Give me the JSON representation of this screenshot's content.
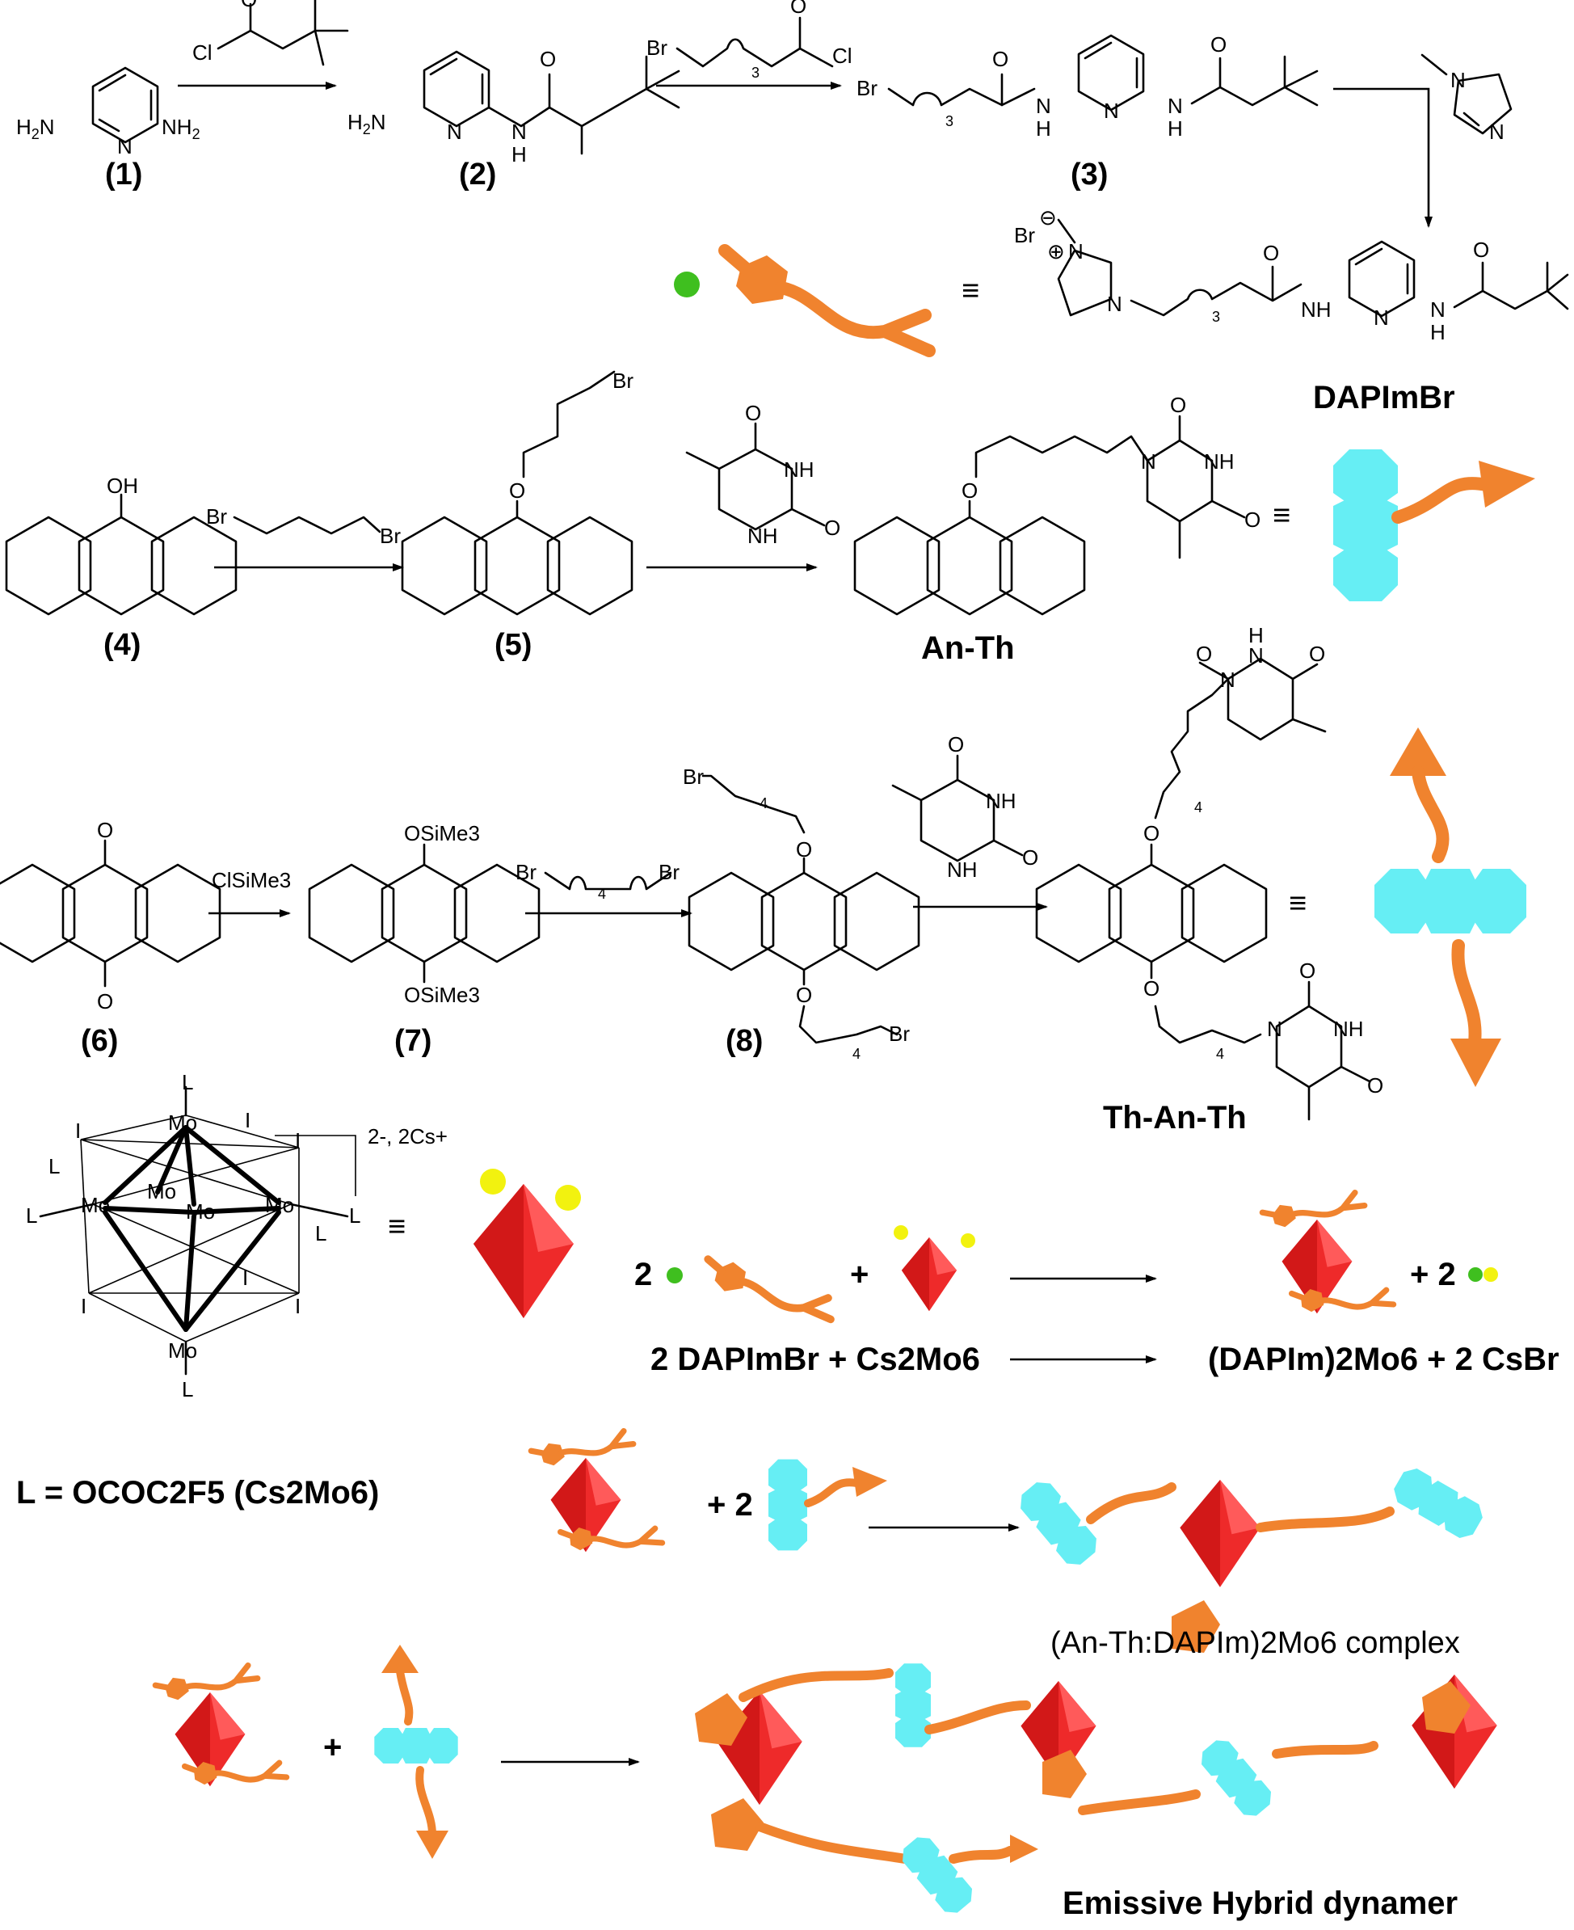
{
  "atoms": {
    "Cl": "Cl",
    "O": "O",
    "N": "N",
    "H": "H",
    "Br": "Br",
    "OH": "OH",
    "Mo": "Mo",
    "I": "I",
    "L": "L",
    "H2N": "H2N",
    "NH2": "NH2",
    "NH": "NH",
    "OSiMe3": "OSiMe3",
    "ClSiMe3": "ClSiMe3",
    "n3": "3",
    "n4": "4",
    "minus": "⊖",
    "plus": "⊕",
    "equiv": "≡"
  },
  "compounds": {
    "c1": "(1)",
    "c2": "(2)",
    "c3": "(3)",
    "c4": "(4)",
    "c5": "(5)",
    "c6": "(6)",
    "c7": "(7)",
    "c8": "(8)"
  },
  "names": {
    "dapimbr": "DAPImBr",
    "anth": "An-Th",
    "thanth": "Th-An-Th"
  },
  "cluster": {
    "charge": "2-, 2Cs+",
    "ligand_def": "L = OCOC2F5 (Cs2Mo6)"
  },
  "reactions": {
    "coef2": "2",
    "plus": "+",
    "plus2": "+ 2",
    "products_coef": "+ 2",
    "eq_reactants": "2 DAPImBr + Cs2Mo6",
    "eq_products": "(DAPIm)2Mo6 + 2 CsBr",
    "complex_label": "(An-Th:DAPIm)2Mo6 complex",
    "dynamer_label": "Emissive Hybrid dynamer"
  },
  "colors": {
    "orange": "#f0832e",
    "red": "#ee2a2a",
    "cyan": "#66eef4",
    "green": "#3fbf1f",
    "yellow": "#f2f20f"
  }
}
